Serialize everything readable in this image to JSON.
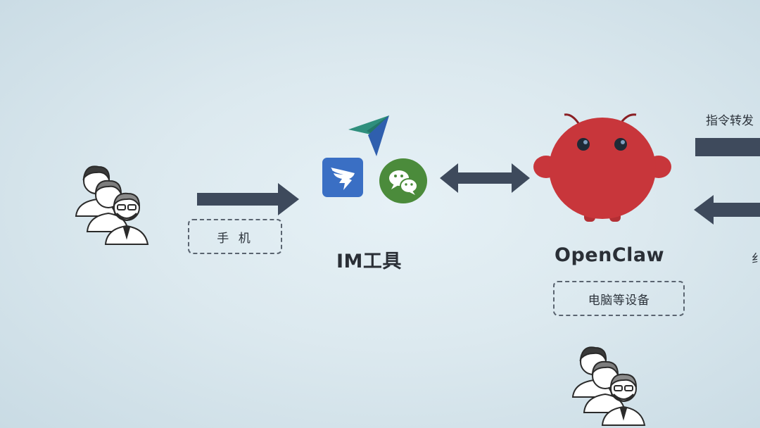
{
  "left_group": {
    "icon": "people-group-icon",
    "arrow_label": "手 机"
  },
  "im_tools": {
    "title": "IM工具",
    "icons": [
      "feishu-icon",
      "dingtalk-icon",
      "wechat-icon"
    ]
  },
  "openclaw": {
    "title": "OpenClaw",
    "device_label": "电脑等设备",
    "mascot": "openclaw-mascot-icon"
  },
  "right_side": {
    "command_label": "指令转发",
    "partial_label": "纟"
  },
  "bottom_group": {
    "icon": "people-group-icon"
  },
  "colors": {
    "arrow": "#3e4a5c",
    "mascot_red": "#c8363b",
    "wechat_green": "#4b8b3b",
    "dingtalk_blue": "#3a6fc4"
  }
}
